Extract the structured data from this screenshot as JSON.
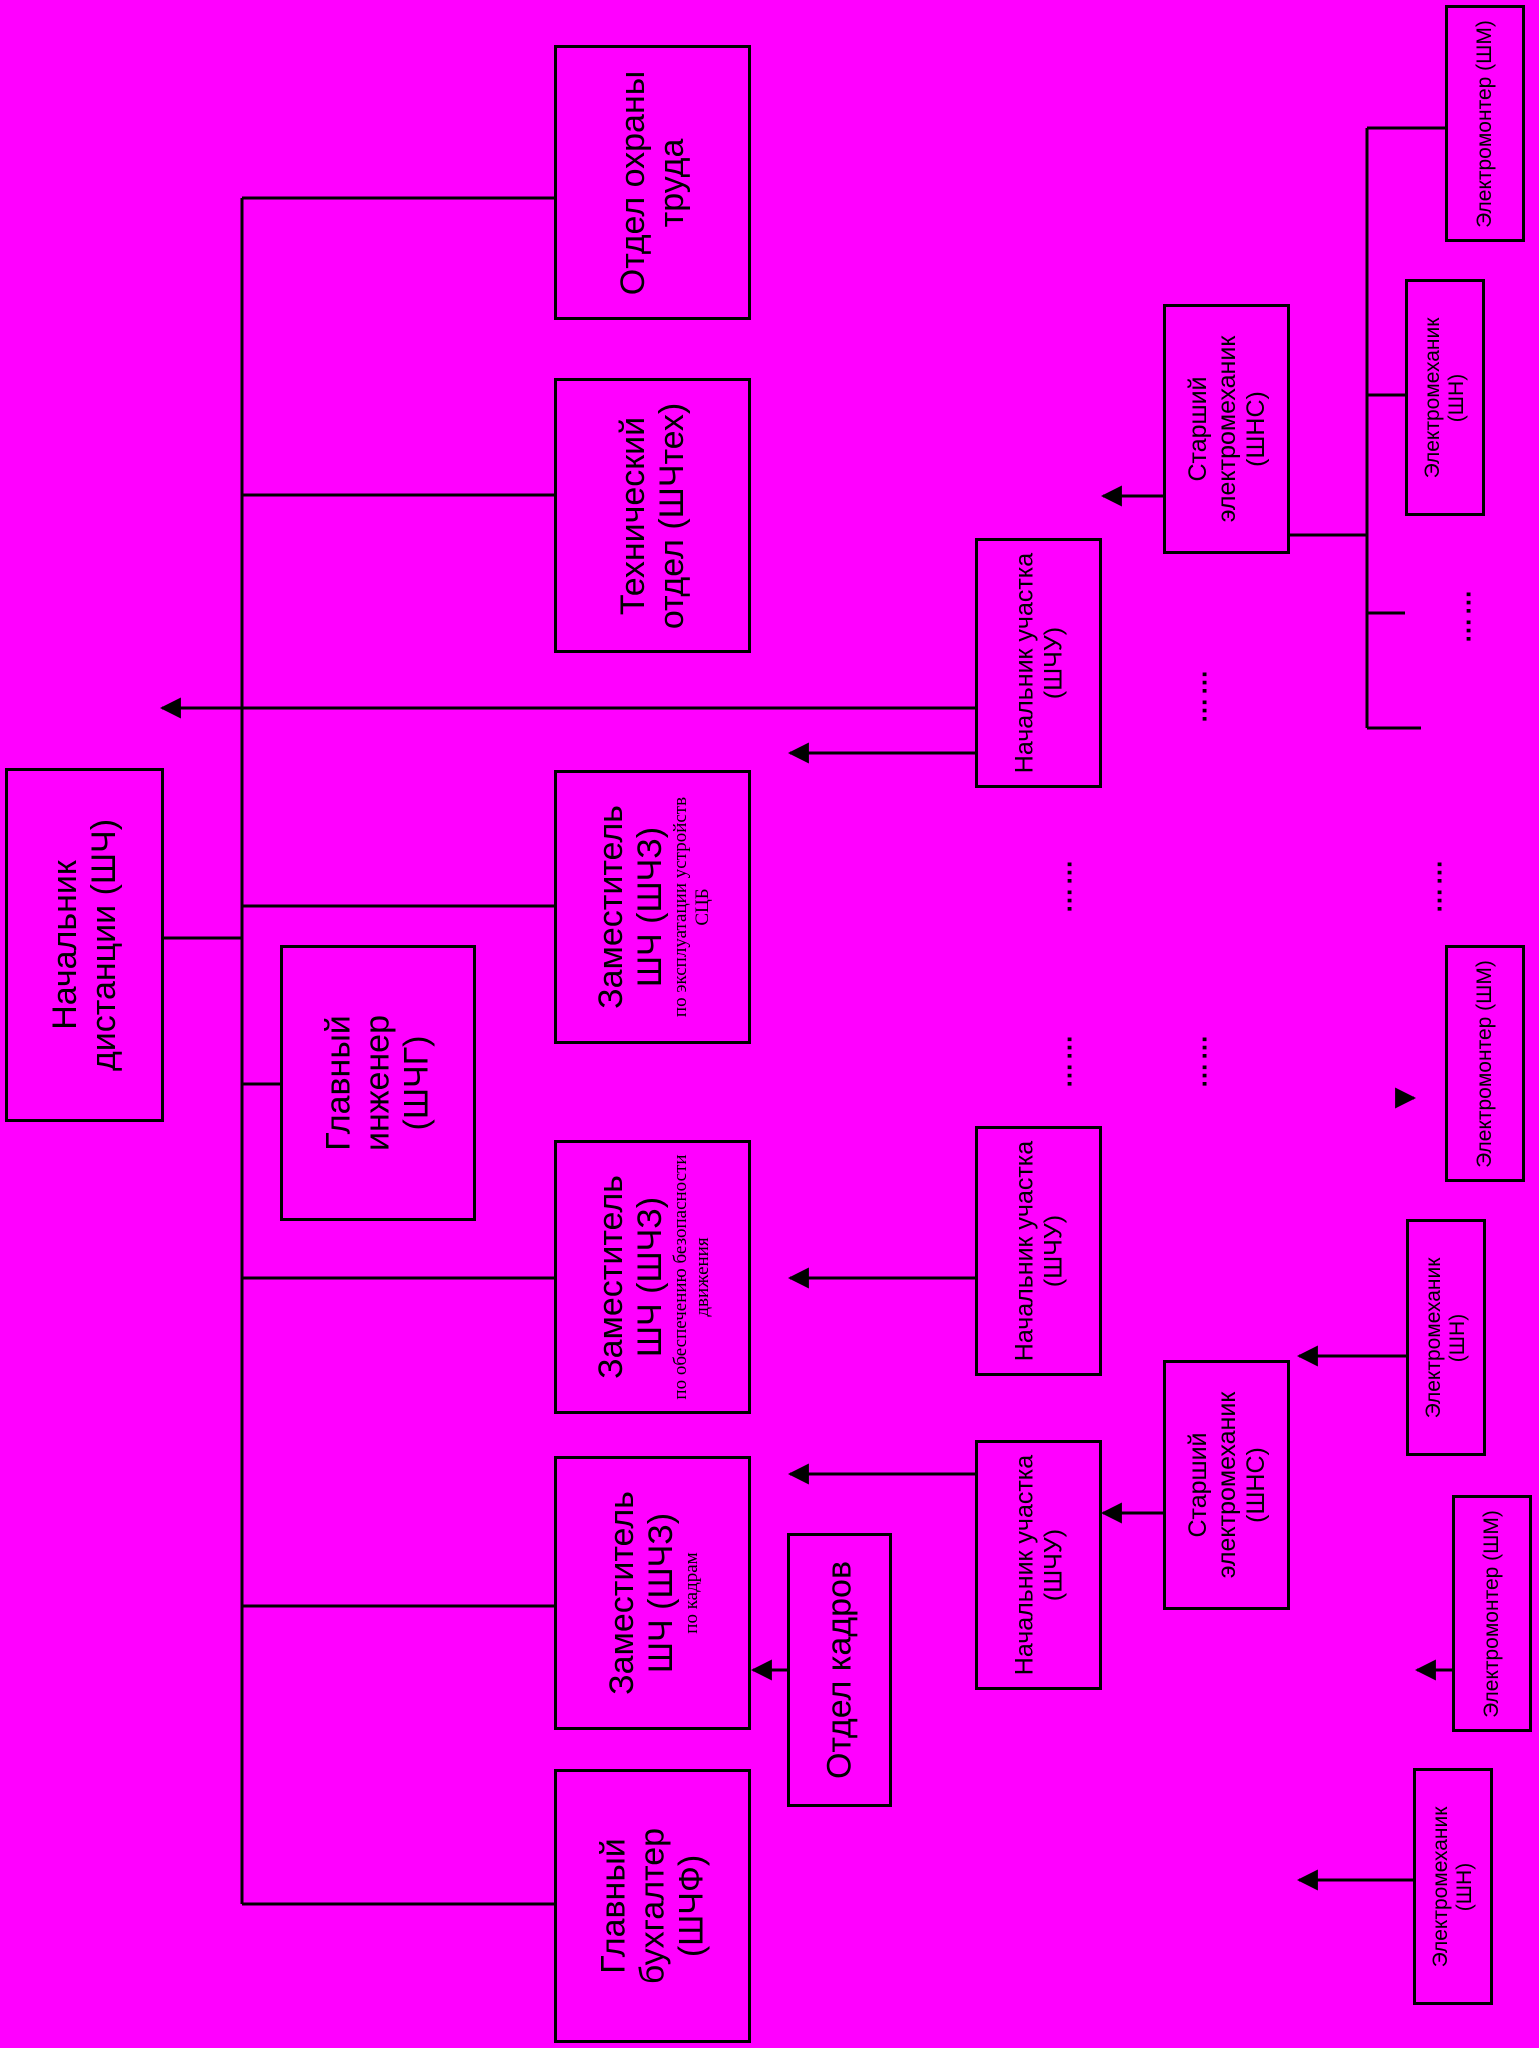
{
  "colors": {
    "background": "#ff00ff",
    "line": "#000000"
  },
  "head": {
    "title": "Начальник дистанции (ШЧ)"
  },
  "chief_engineer": {
    "title": "Главный инженер (ШЧГ)"
  },
  "departments": {
    "labor_safety": "Отдел охраны труда",
    "technical": "Технический отдел (ШЧтех)",
    "hr": "Отдел кадров"
  },
  "deputies": {
    "operations": {
      "title": "Заместитель ШЧ (ШЧЗ)",
      "note": "по эксплуатации устройств СЦБ"
    },
    "safety": {
      "title": "Заместитель ШЧ (ШЧЗ)",
      "note": "по обеспечению безопасности движения"
    },
    "personnel": {
      "title": "Заместитель ШЧ (ШЧЗ)",
      "note": "по кадрам"
    }
  },
  "accountant": {
    "title": "Главный бухгалтер (ШЧФ)"
  },
  "section_heads": {
    "top": "Начальник участка (ШЧУ)",
    "middle": "Начальник участка (ШЧУ)",
    "bottom": "Начальник участка (ШЧУ)"
  },
  "senior_electromechanics": {
    "top": "Старший электромеханик (ШНС)",
    "bottom": "Старший электромеханик (ШНС)"
  },
  "workers": {
    "electrician_top": "Электромонтер (ШМ)",
    "mechanic_top": "Электромеханик (ШН)",
    "electrician_mid": "Электромонтер (ШМ)",
    "mechanic_mid": "Электромеханик (ШН)",
    "electrician_low": "Электромонтер (ШМ)",
    "mechanic_low": "Электромеханик (ШН)"
  },
  "ellipsis": "……"
}
